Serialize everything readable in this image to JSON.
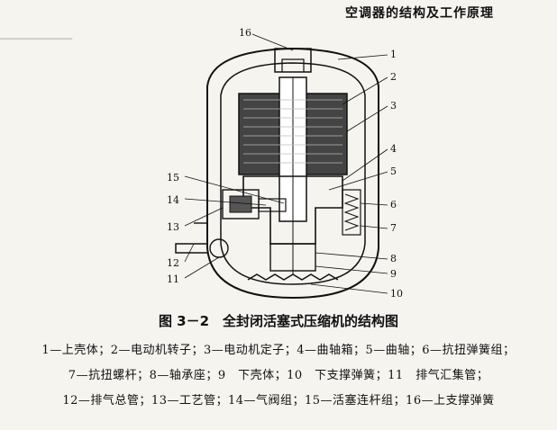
{
  "header": {
    "title": "空调器的结构及工作原理"
  },
  "figure": {
    "callouts": [
      "1",
      "2",
      "3",
      "4",
      "5",
      "6",
      "7",
      "8",
      "9",
      "10",
      "11",
      "12",
      "13",
      "14",
      "15",
      "16"
    ]
  },
  "caption": "图 3－2　全封闭活塞式压缩机的结构图",
  "legend": [
    "1—上壳体；2—电动机转子；3—电动机定子；4—曲轴箱；5—曲轴；6—抗扭弹簧组；",
    "7—抗扭螺杆；8—轴承座；9　下壳体；10　下支撑弹簧；11　排气汇集管；",
    "12—排气总管；13—工艺管；14—气阀组；15—活塞连杆组；16—上支撑弹簧"
  ]
}
